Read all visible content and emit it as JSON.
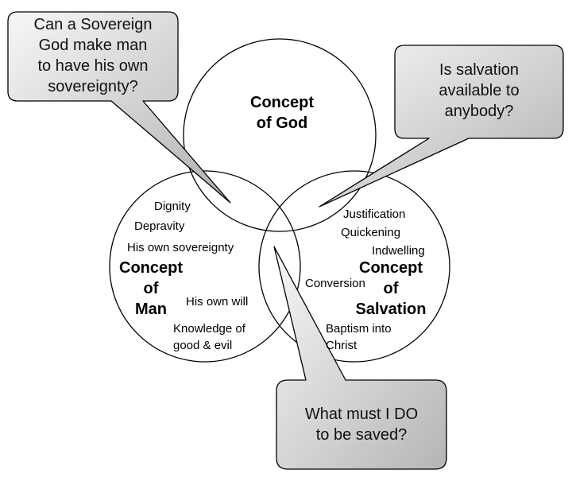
{
  "bubbles": {
    "top_left": [
      "Can a Sovereign",
      "God make man",
      "to have his own",
      "sovereignty?"
    ],
    "top_right": [
      "Is salvation",
      "available to",
      "anybody?"
    ],
    "bottom": [
      "What must I DO",
      "to be saved?"
    ]
  },
  "circles": {
    "god": {
      "title_lines": [
        "Concept",
        "of God"
      ]
    },
    "man": {
      "title_lines": [
        "Concept",
        "of",
        "Man"
      ],
      "items": [
        "Dignity",
        "Depravity",
        "His own sovereignty",
        "His own will",
        "Knowledge of",
        "good & evil"
      ]
    },
    "salvation": {
      "title_lines": [
        "Concept",
        "of",
        "Salvation"
      ],
      "items": [
        "Justification",
        "Quickening",
        "Indwelling",
        "Conversion",
        "Baptism into",
        "Christ"
      ]
    }
  },
  "colors": {
    "bubble_fill_light": "#f2f2f2",
    "bubble_fill_dark": "#b5b5b5",
    "stroke": "#000000"
  }
}
